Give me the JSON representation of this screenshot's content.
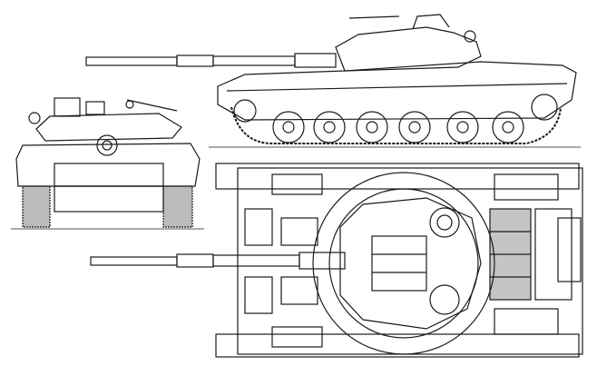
{
  "drawing": {
    "views": [
      "side",
      "front",
      "top"
    ],
    "colors": {
      "line": "#1a1a1a",
      "background": "#ffffff",
      "shade": "#555555"
    }
  }
}
